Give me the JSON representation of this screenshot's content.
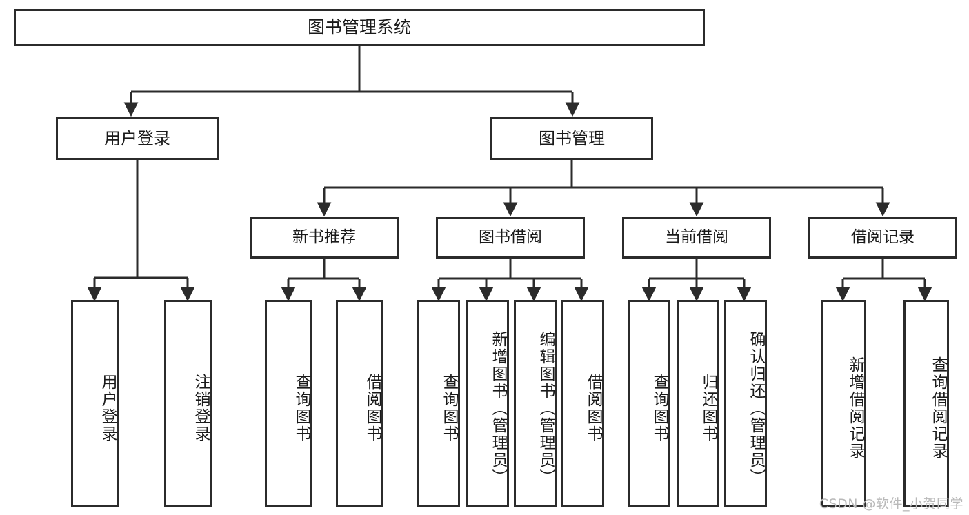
{
  "diagram": {
    "title": "图书管理系统",
    "type": "hierarchy-tree",
    "watermark": "CSDN @软件_小贺同学",
    "colors": {
      "box_border": "#2b2b2b",
      "box_fill": "#ffffff",
      "line": "#2b2b2b",
      "text": "#1a1a1a",
      "watermark": "#b9b9b9"
    },
    "root": {
      "label": "图书管理系统"
    },
    "level2": [
      {
        "label": "用户登录"
      },
      {
        "label": "图书管理"
      }
    ],
    "level3": [
      {
        "label": "新书推荐"
      },
      {
        "label": "图书借阅"
      },
      {
        "label": "当前借阅"
      },
      {
        "label": "借阅记录"
      }
    ],
    "leaves": {
      "user_login": [
        {
          "label": "用户登录"
        },
        {
          "label": "注销登录"
        }
      ],
      "new_book_recommend": [
        {
          "label": "查询图书"
        },
        {
          "label": "借阅图书"
        }
      ],
      "book_borrow": [
        {
          "label": "查询图书"
        },
        {
          "label": "新增图书（管理员）"
        },
        {
          "label": "编辑图书（管理员）"
        },
        {
          "label": "借阅图书"
        }
      ],
      "current_borrow": [
        {
          "label": "查询图书"
        },
        {
          "label": "归还图书"
        },
        {
          "label": "确认归还（管理员）"
        }
      ],
      "borrow_record": [
        {
          "label": "新增借阅记录"
        },
        {
          "label": "查询借阅记录"
        }
      ]
    }
  }
}
